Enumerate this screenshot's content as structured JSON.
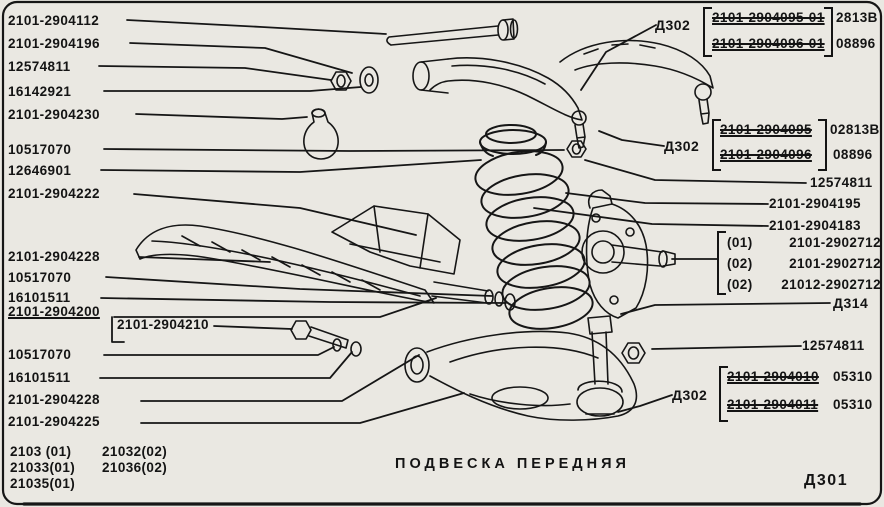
{
  "title": "ПОДВЕСКА ПЕРЕДНЯЯ",
  "page_code": "Д301",
  "ref": {
    "d302": "Д302",
    "d314": "Д314"
  },
  "left_labels": [
    "2101-2904112",
    "2101-2904196",
    "12574811",
    "16142921",
    "2101-2904230",
    "10517070",
    "12646901",
    "2101-2904222",
    "2101-2904228",
    "10517070",
    "16101511",
    "2101-2904200",
    "2101-2904210",
    "10517070",
    "16101511",
    "2101-2904228",
    "2101-2904225"
  ],
  "model_codes": [
    [
      "2103 (01)",
      "21032(02)"
    ],
    [
      "21033(01)",
      "21036(02)"
    ],
    [
      "21035(01)"
    ]
  ],
  "right_labels": [
    "12574811",
    "2101-2904195",
    "2101-2904183",
    "12574811"
  ],
  "blocks": [
    {
      "rows": [
        {
          "num": "2101-2904095-01",
          "code": "2813В"
        },
        {
          "num": "2101-2904096-01",
          "code": "08896"
        }
      ]
    },
    {
      "rows": [
        {
          "num": "2101-2904095",
          "code": "02813В"
        },
        {
          "num": "2101-2904096",
          "code": "08896"
        }
      ]
    },
    {
      "rows": [
        {
          "num": "2101-2904010",
          "code": "05310"
        },
        {
          "num": "2101-2904011",
          "code": "05310"
        }
      ]
    }
  ],
  "variants": [
    {
      "pre": "(01)",
      "num": "2101-2902712"
    },
    {
      "pre": "(02)",
      "num": "2101-2902712"
    },
    {
      "pre": "(02)",
      "num": "21012-2902712"
    }
  ]
}
